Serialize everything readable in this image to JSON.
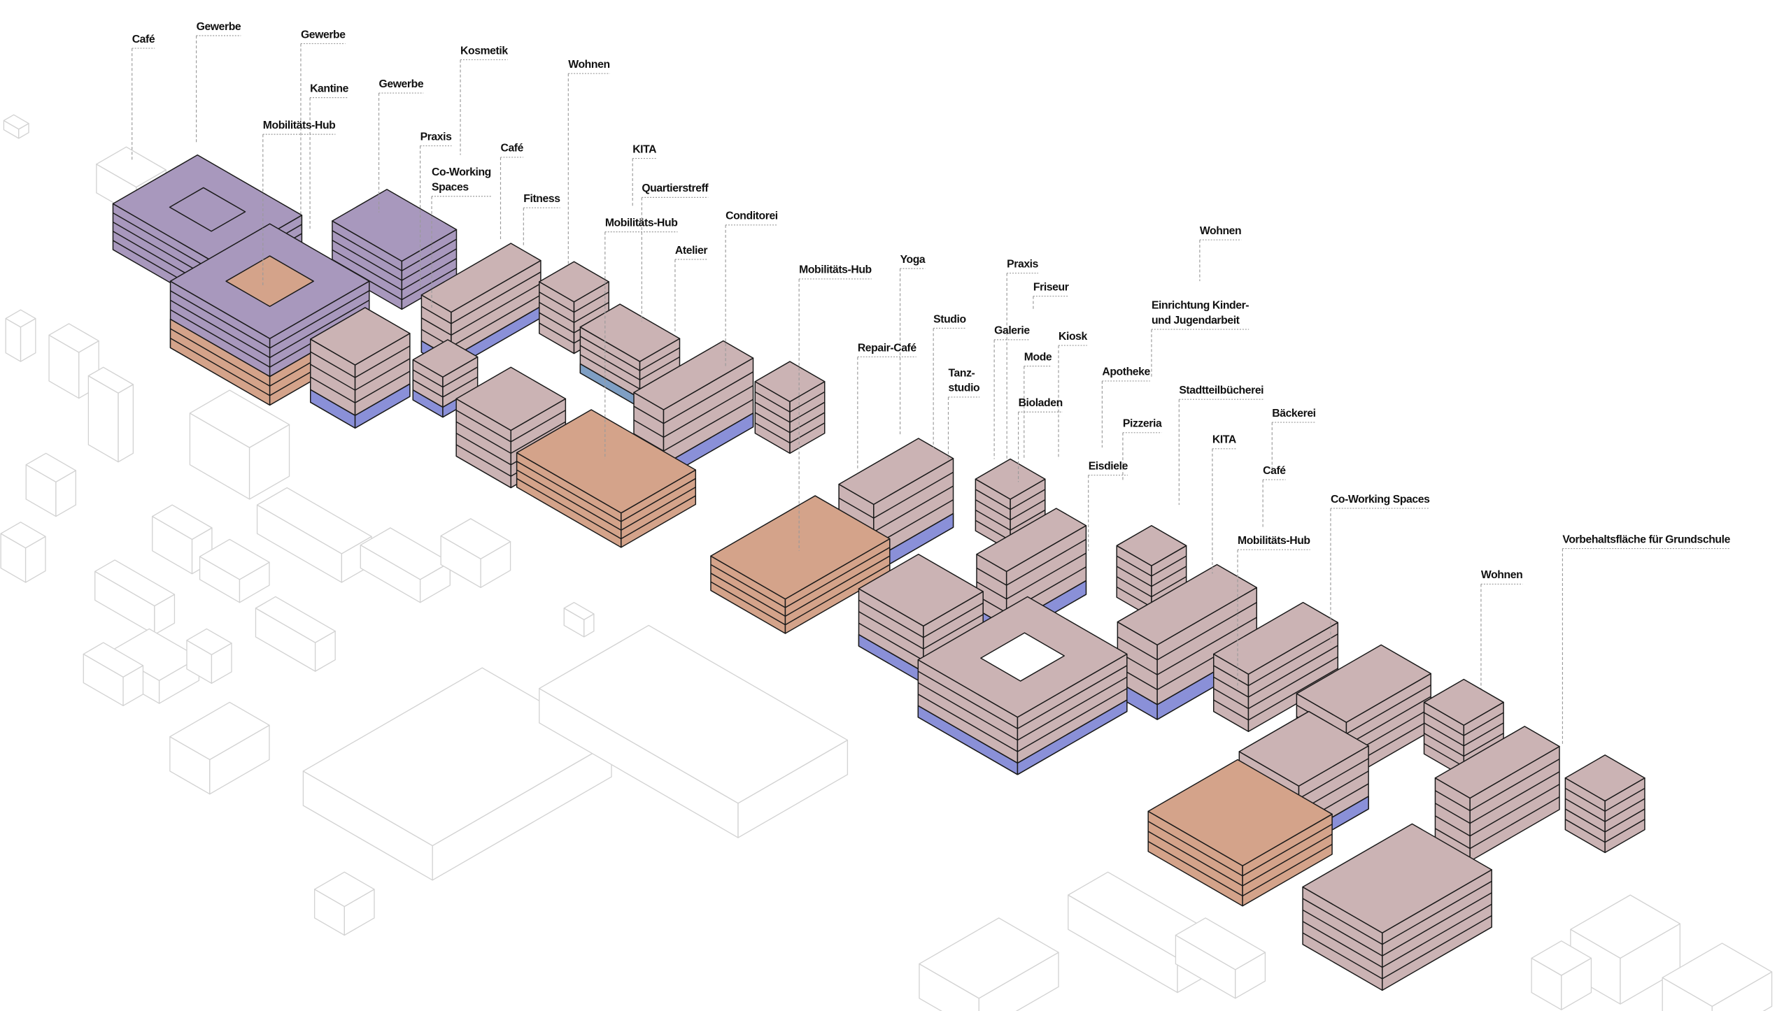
{
  "colors": {
    "commercial_purple": "#a898bd",
    "residential_pink": "#cbb3b4",
    "open_space_orange": "#d4a38a",
    "mobility_blue": "#8a90d8",
    "mobility_steel": "#7f9fc4",
    "context_stroke": "#d2d2d2",
    "outline": "#1a1a1a"
  },
  "labels": [
    [
      "Café"
    ],
    [
      "Gewerbe"
    ],
    [
      "Gewerbe"
    ],
    [
      "Kantine"
    ],
    [
      "Mobilitäts-Hub"
    ],
    [
      "Gewerbe"
    ],
    [
      "Kosmetik"
    ],
    [
      "Praxis"
    ],
    [
      "Co-Working",
      "Spaces"
    ],
    [
      "Café"
    ],
    [
      "Fitness"
    ],
    [
      "Wohnen"
    ],
    [
      "KITA"
    ],
    [
      "Quartierstreff"
    ],
    [
      "Mobilitäts-Hub"
    ],
    [
      "Conditorei"
    ],
    [
      "Atelier"
    ],
    [
      "Mobilitäts-Hub"
    ],
    [
      "Yoga"
    ],
    [
      "Repair-Café"
    ],
    [
      "Studio"
    ],
    [
      "Tanz-",
      "studio"
    ],
    [
      "Praxis"
    ],
    [
      "Friseur"
    ],
    [
      "Galerie"
    ],
    [
      "Kiosk"
    ],
    [
      "Mode"
    ],
    [
      "Bioladen"
    ],
    [
      "Wohnen"
    ],
    [
      "Einrichtung Kinder-",
      "und Jugendarbeit"
    ],
    [
      "Apotheke"
    ],
    [
      "Stadtteilbücherei"
    ],
    [
      "Pizzeria"
    ],
    [
      "Bäckerei"
    ],
    [
      "KITA"
    ],
    [
      "Eisdiele"
    ],
    [
      "Café"
    ],
    [
      "Co-Working Spaces"
    ],
    [
      "Mobilitäts-Hub"
    ],
    [
      "Vorbehaltsfläche für Grundschule"
    ],
    [
      "Wohnen"
    ]
  ]
}
